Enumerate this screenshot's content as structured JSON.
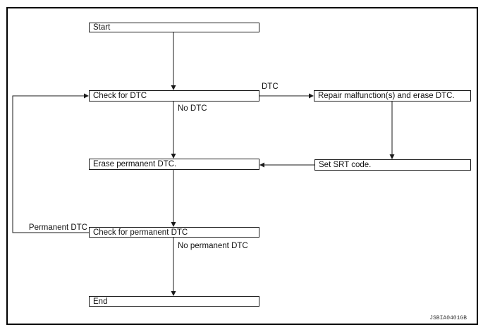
{
  "flow": {
    "nodes": {
      "start": "Start",
      "check_dtc": "Check for DTC",
      "repair_erase": "Repair malfunction(s) and erase DTC.",
      "erase_permanent": "Erase permanent DTC.",
      "set_srt": "Set SRT code.",
      "check_permanent": "Check for permanent DTC",
      "end": "End"
    },
    "edge_labels": {
      "dtc": "DTC",
      "no_dtc": "No DTC",
      "permanent_dtc": "Permanent DTC",
      "no_permanent_dtc": "No permanent DTC"
    },
    "figure_code": "JSBIA0401GB",
    "colors": {
      "background": "#ffffff",
      "frame_border": "#000000",
      "box_border": "#1a1a1a",
      "line": "#1a1a1a",
      "text": "#111111"
    }
  }
}
